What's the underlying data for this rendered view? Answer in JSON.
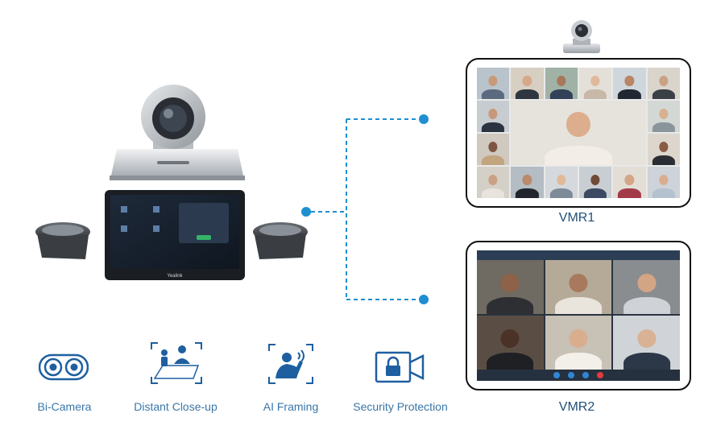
{
  "monitors": {
    "vmr1": {
      "label": "VMR1"
    },
    "vmr2": {
      "label": "VMR2"
    }
  },
  "features": [
    {
      "icon": "bi-camera-icon",
      "label": "Bi-Camera"
    },
    {
      "icon": "distant-close-up-icon",
      "label": "Distant Close-up"
    },
    {
      "icon": "ai-framing-icon",
      "label": "AI Framing"
    },
    {
      "icon": "security-protection-icon",
      "label": "Security Protection"
    }
  ],
  "device": {
    "brand": "Yealink"
  },
  "colors": {
    "accent": "#1f8fd1",
    "icon_blue": "#1e5fa0",
    "text": "#3a76a8"
  }
}
